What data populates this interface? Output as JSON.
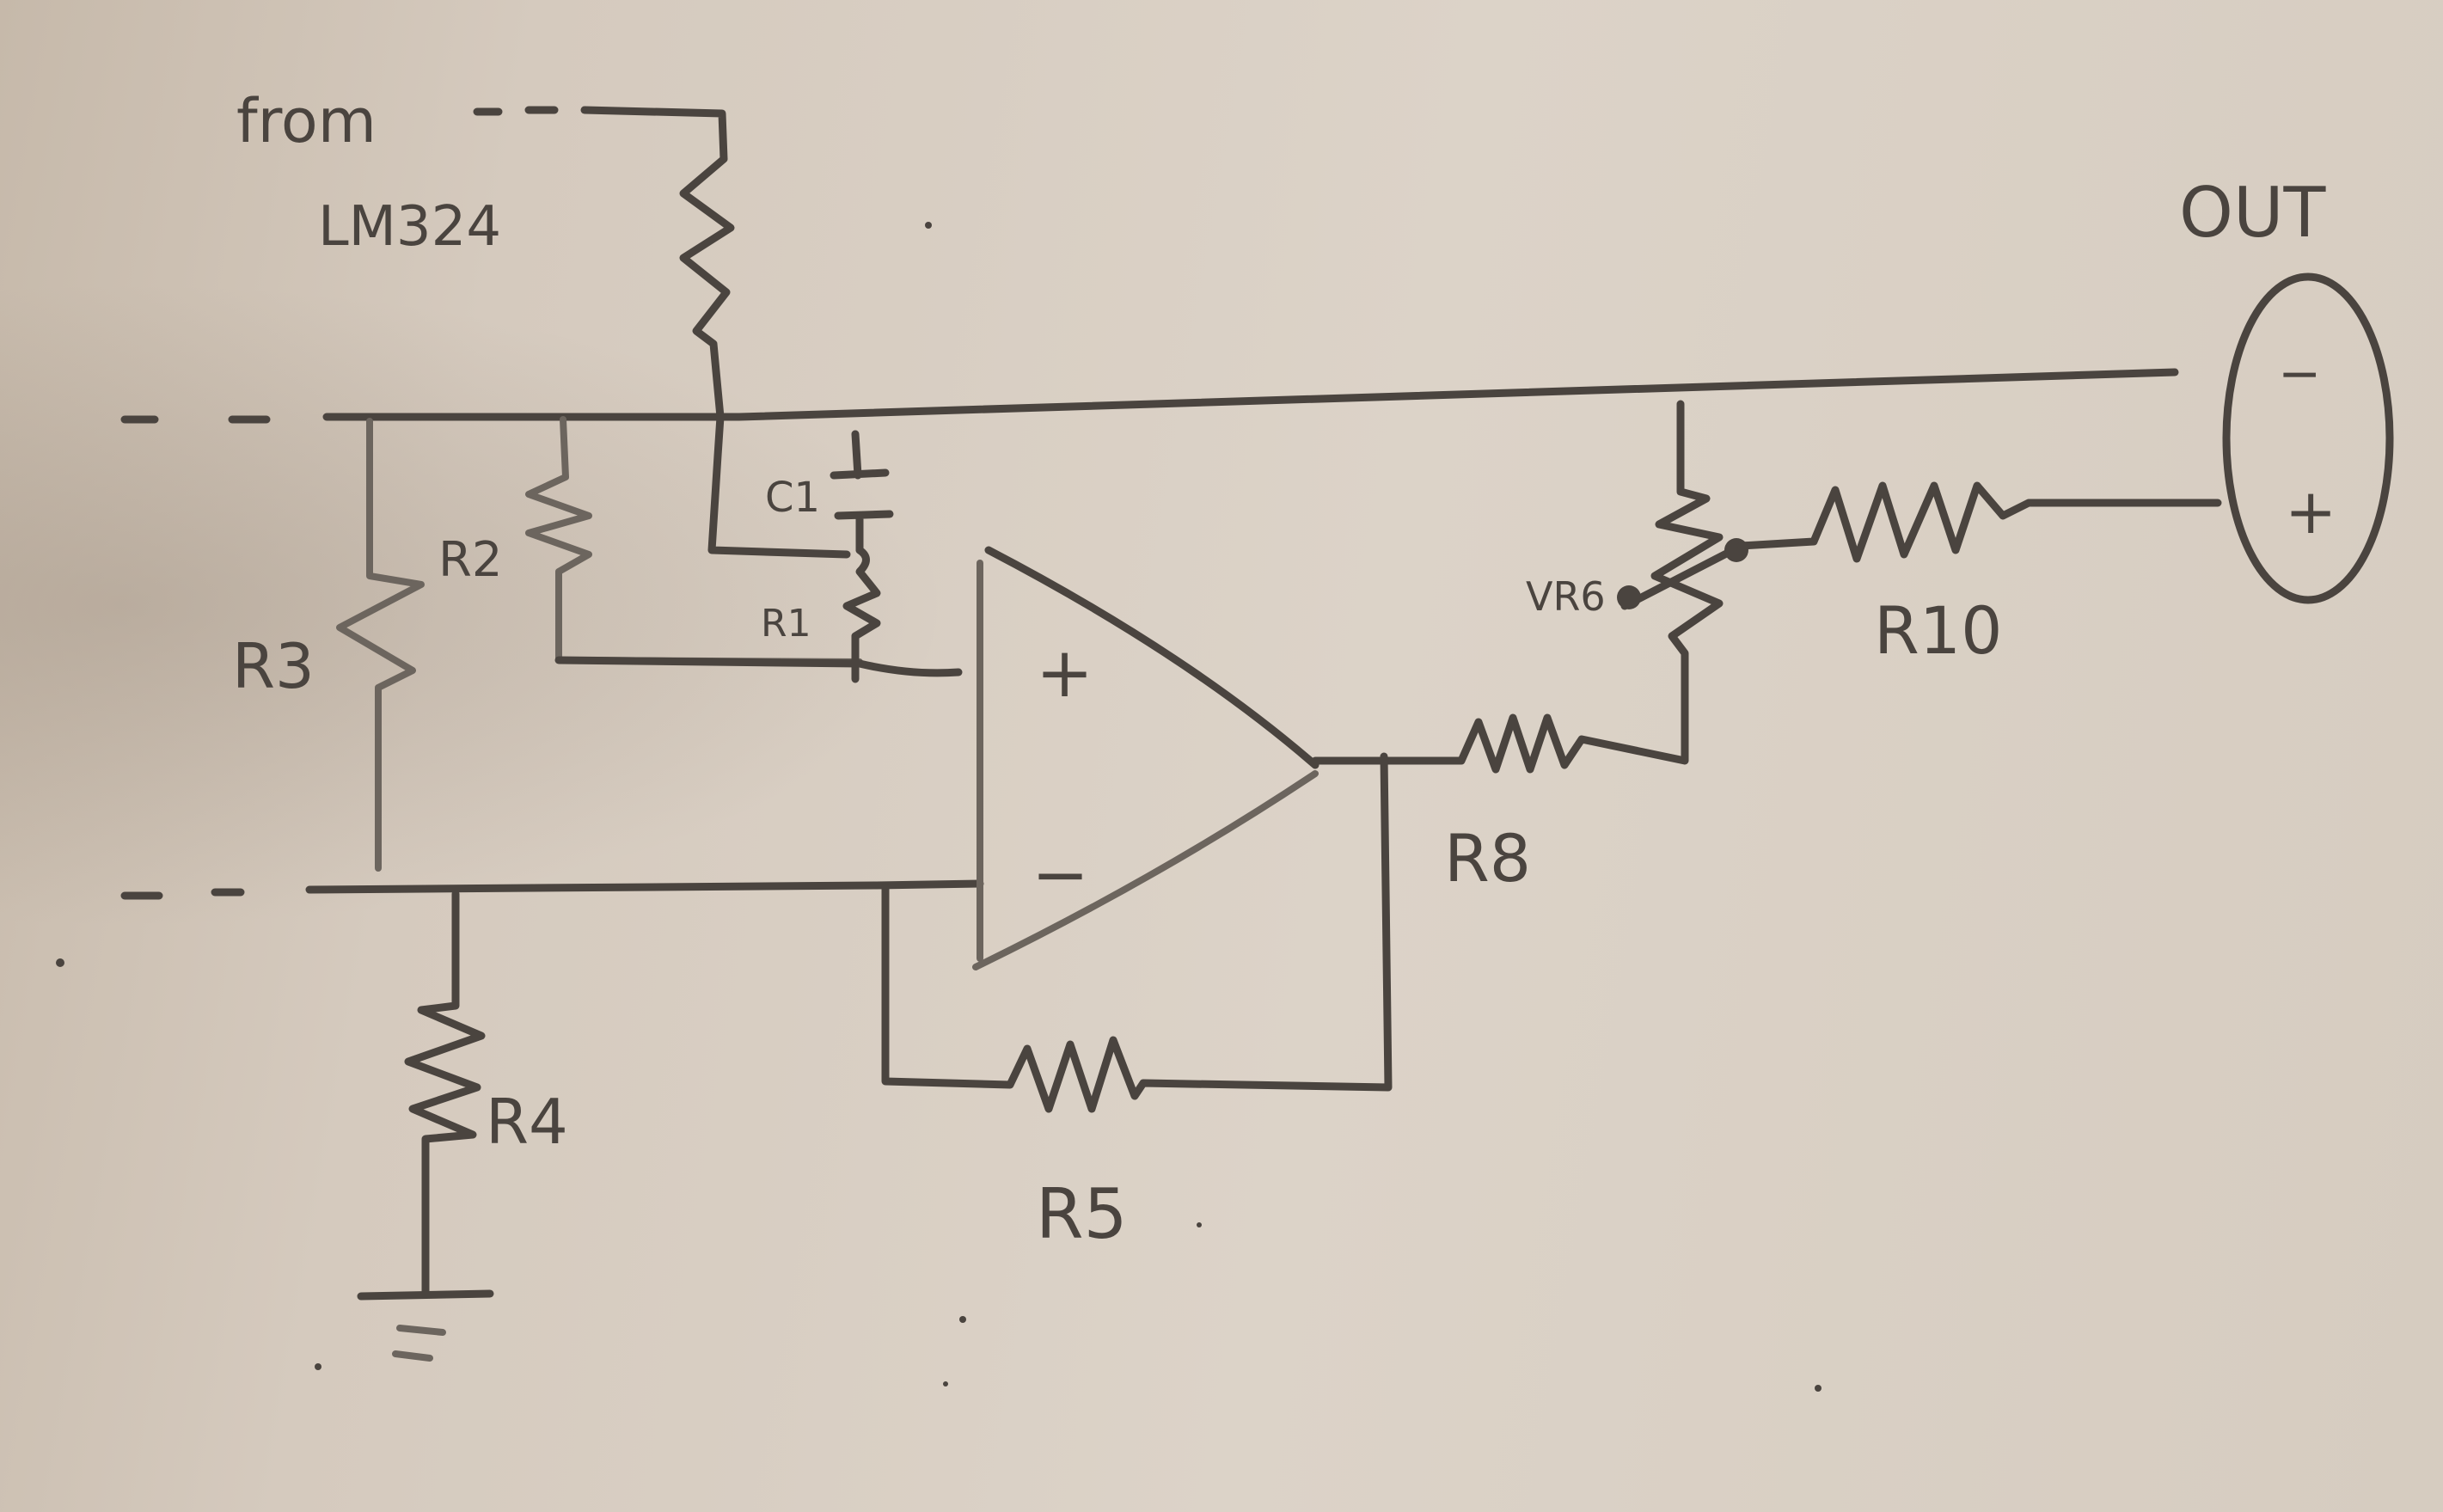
{
  "diagram": {
    "type": "hand-drawn circuit schematic",
    "ink_color": "#4a443f",
    "paper_color": "#d8cec2",
    "source_label": {
      "line1": "from",
      "line2": "LM324"
    },
    "output_label": "OUT",
    "output_terminals": {
      "negative": "−",
      "positive": "+"
    },
    "opamp_inputs": {
      "noninverting": "+",
      "inverting": "−"
    },
    "components": [
      {
        "id": "R1",
        "type": "resistor",
        "label": "R1"
      },
      {
        "id": "R2",
        "type": "resistor",
        "label": "R2"
      },
      {
        "id": "R3",
        "type": "resistor",
        "label": "R3"
      },
      {
        "id": "R4",
        "type": "resistor",
        "label": "R4"
      },
      {
        "id": "R5",
        "type": "resistor",
        "label": "R5"
      },
      {
        "id": "R8",
        "type": "resistor",
        "label": "R8"
      },
      {
        "id": "R10",
        "type": "resistor",
        "label": "R10"
      },
      {
        "id": "VR6",
        "type": "potentiometer",
        "label": "VR6"
      },
      {
        "id": "C1",
        "type": "capacitor",
        "label": "C1"
      },
      {
        "id": "U1",
        "type": "op-amp",
        "label": ""
      },
      {
        "id": "GND",
        "type": "ground",
        "label": ""
      }
    ]
  }
}
